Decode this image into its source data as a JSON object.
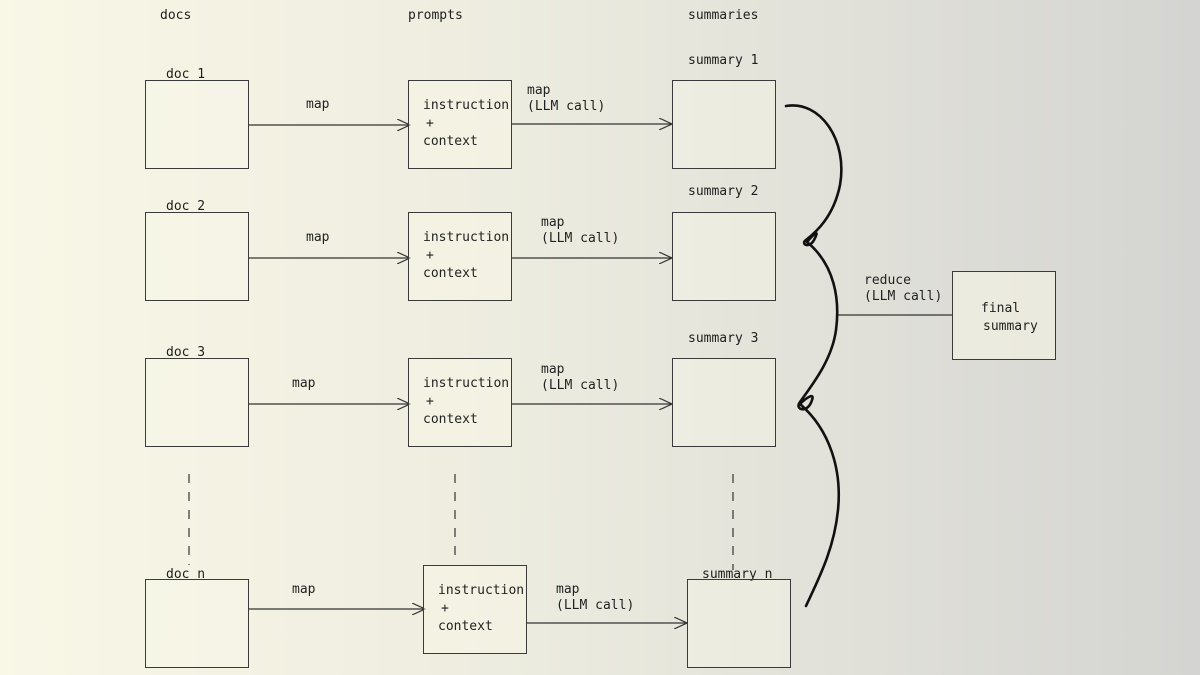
{
  "columns": {
    "docs": "docs",
    "prompts": "prompts",
    "summaries": "summaries"
  },
  "rows": [
    {
      "doc": "doc 1",
      "summary": "summary 1",
      "edge1": "map",
      "edge2_a": "map",
      "edge2_b": "(LLM call)"
    },
    {
      "doc": "doc 2",
      "summary": "summary 2",
      "edge1": "map",
      "edge2_a": "map",
      "edge2_b": "(LLM call)"
    },
    {
      "doc": "doc 3",
      "summary": "summary 3",
      "edge1": "map",
      "edge2_a": "map",
      "edge2_b": "(LLM call)"
    },
    {
      "doc": "doc n",
      "summary": "summary n",
      "edge1": "map",
      "edge2_a": "map",
      "edge2_b": "(LLM call)"
    }
  ],
  "prompt_box": {
    "line1": "instruction",
    "line2": "+",
    "line3": "context"
  },
  "reduce": {
    "line1": "reduce",
    "line2": "(LLM call)"
  },
  "final": {
    "line1": "final",
    "line2": "summary"
  }
}
